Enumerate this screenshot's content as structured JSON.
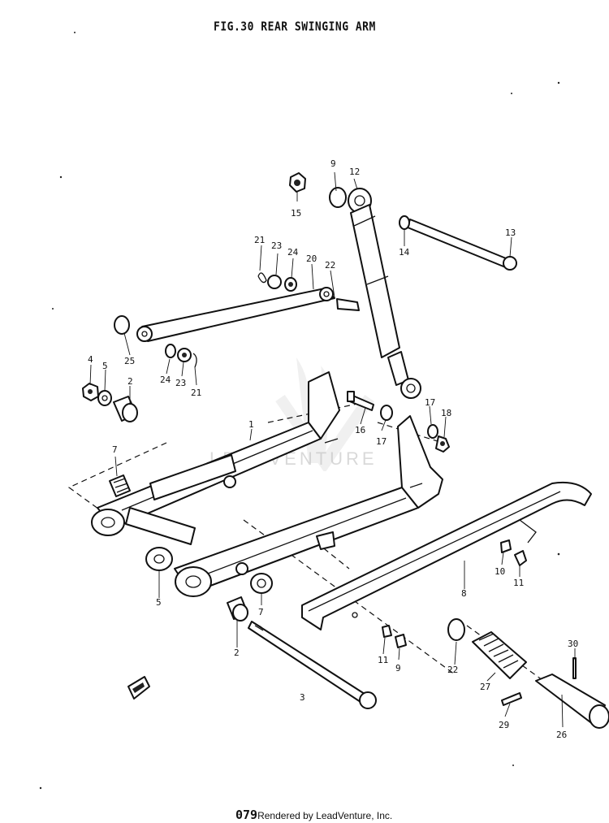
{
  "figure": {
    "title": "FIG.30  REAR SWINGING ARM",
    "page_number": "079",
    "credit": "Rendered by LeadVenture, Inc.",
    "watermark_text": "LEADVENTURE"
  },
  "callouts": [
    {
      "id": "c9a",
      "text": "9"
    },
    {
      "id": "c12",
      "text": "12"
    },
    {
      "id": "c15",
      "text": "15"
    },
    {
      "id": "c13",
      "text": "13"
    },
    {
      "id": "c14",
      "text": "14"
    },
    {
      "id": "c21a",
      "text": "21"
    },
    {
      "id": "c23a",
      "text": "23"
    },
    {
      "id": "c24a",
      "text": "24"
    },
    {
      "id": "c20",
      "text": "20"
    },
    {
      "id": "c22a",
      "text": "22"
    },
    {
      "id": "c25",
      "text": "25"
    },
    {
      "id": "c24b",
      "text": "24"
    },
    {
      "id": "c23b",
      "text": "23"
    },
    {
      "id": "c21b",
      "text": "21"
    },
    {
      "id": "c4",
      "text": "4"
    },
    {
      "id": "c5a",
      "text": "5"
    },
    {
      "id": "c2a",
      "text": "2"
    },
    {
      "id": "c1",
      "text": "1"
    },
    {
      "id": "c16",
      "text": "16"
    },
    {
      "id": "c17a",
      "text": "17"
    },
    {
      "id": "c17b",
      "text": "17"
    },
    {
      "id": "c18",
      "text": "18"
    },
    {
      "id": "c7a",
      "text": "7"
    },
    {
      "id": "c10",
      "text": "10"
    },
    {
      "id": "c11a",
      "text": "11"
    },
    {
      "id": "c8",
      "text": "8"
    },
    {
      "id": "c5b",
      "text": "5"
    },
    {
      "id": "c7b",
      "text": "7"
    },
    {
      "id": "c2b",
      "text": "2"
    },
    {
      "id": "c11b",
      "text": "11"
    },
    {
      "id": "c9b",
      "text": "9"
    },
    {
      "id": "c22b",
      "text": "22"
    },
    {
      "id": "c27",
      "text": "27"
    },
    {
      "id": "c30",
      "text": "30"
    },
    {
      "id": "c3",
      "text": "3"
    },
    {
      "id": "c29",
      "text": "29"
    },
    {
      "id": "c26",
      "text": "26"
    }
  ]
}
